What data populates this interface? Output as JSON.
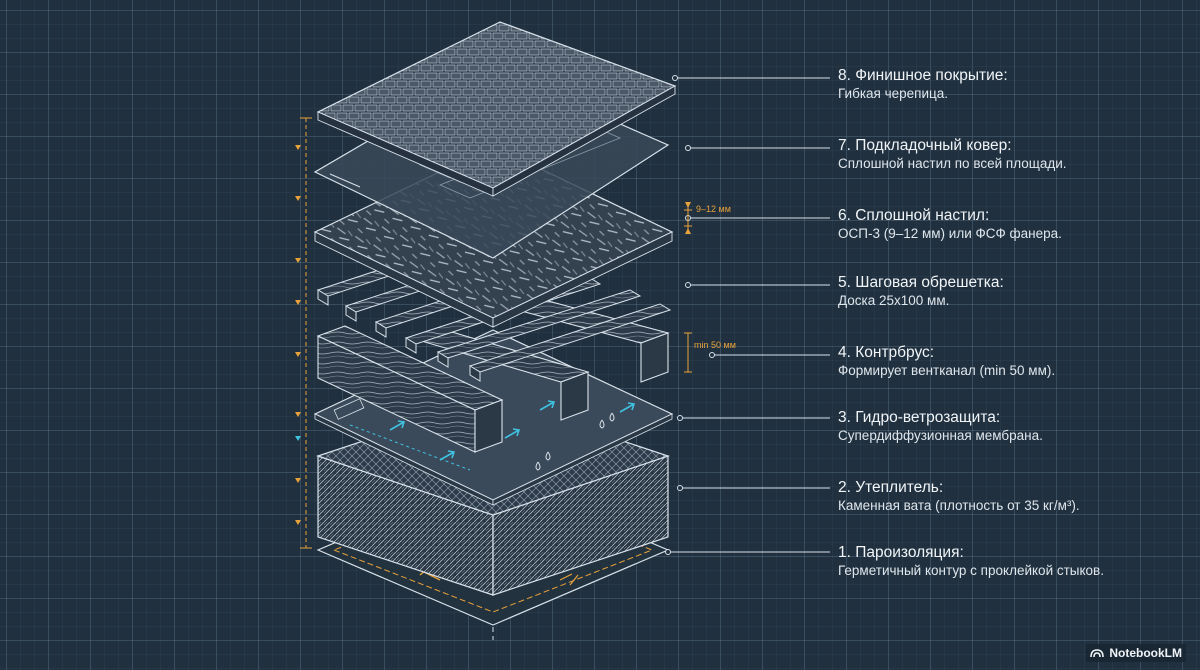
{
  "layers": [
    {
      "title": "8. Финишное покрытие:",
      "desc": "Гибкая черепица."
    },
    {
      "title": "7. Подкладочный ковер:",
      "desc": "Сплошной настил по всей площади."
    },
    {
      "title": "6. Сплошной настил:",
      "desc": "ОСП-3 (9–12 мм) или ФСФ фанера."
    },
    {
      "title": "5. Шаговая обрешетка:",
      "desc": "Доска 25х100 мм."
    },
    {
      "title": "4. Контрбрус:",
      "desc": "Формирует вентканал (min 50 мм)."
    },
    {
      "title": "3. Гидро-ветрозащита:",
      "desc": "Супердиффузионная мембрана."
    },
    {
      "title": "2. Утеплитель:",
      "desc": "Каменная вата (плотность от 35 кг/м³)."
    },
    {
      "title": "1. Пароизоляция:",
      "desc": "Герметичный контур с проклейкой стыков."
    }
  ],
  "dimensions": {
    "osb": "9–12 мм",
    "counter_batten": "min 50 мм"
  },
  "brand": {
    "name": "NotebookLM",
    "logo_icon": "notebooklm-logo-icon"
  },
  "colors": {
    "background": "#20303f",
    "line": "#d9e2ea",
    "accent_orange": "#e8a23a",
    "accent_cyan": "#3fc2e0"
  }
}
